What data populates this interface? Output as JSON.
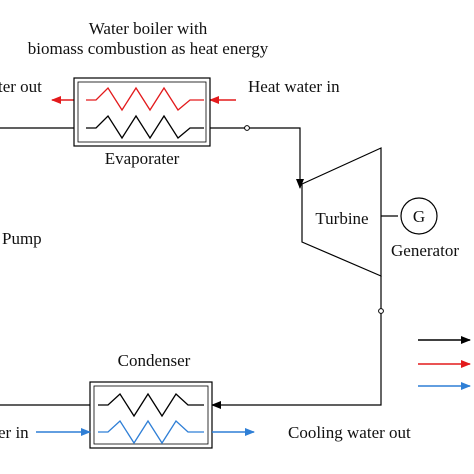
{
  "labels": {
    "boiler_line1": "Water boiler with",
    "boiler_line2": "biomass combustion as heat energy",
    "heat_water_out": "ter out",
    "heat_water_in": "Heat water in",
    "evaporator": "Evaporater",
    "pump": "Pump",
    "turbine": "Turbine",
    "generator_symbol": "G",
    "generator": "Generator",
    "condenser": "Condenser",
    "cooling_water_in": "er in",
    "cooling_water_out": "Cooling water out"
  },
  "colors": {
    "working_fluid": "#000000",
    "heat_water": "#e31a1c",
    "cooling_water": "#2f7fd6"
  },
  "legend": [
    {
      "color": "#000000"
    },
    {
      "color": "#e31a1c"
    },
    {
      "color": "#2f7fd6"
    }
  ]
}
